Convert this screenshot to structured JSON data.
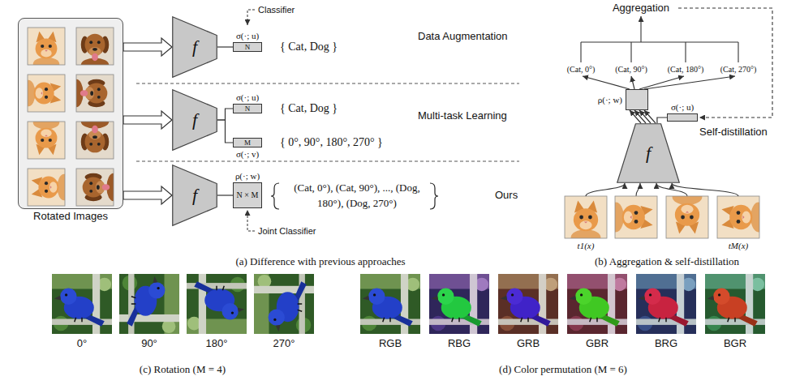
{
  "diagram": {
    "nodes": [
      {
        "text": [
          "Rotated Images"
        ]
      },
      {
        "text": [
          "f"
        ]
      },
      {
        "text": [
          "σ(·; u)",
          "N"
        ]
      },
      {
        "text": [
          "f"
        ]
      },
      {
        "text": [
          "σ(·; u)",
          "N"
        ]
      },
      {
        "text": [
          "σ(·; v)",
          "M"
        ]
      },
      {
        "text": [
          "f"
        ]
      },
      {
        "text": [
          "ρ(·; w)",
          "N × M"
        ]
      },
      {
        "text": [
          "ρ(·; w)"
        ]
      },
      {
        "text": [
          "σ(·; u)"
        ]
      },
      {
        "text": [
          "f"
        ]
      },
      {
        "text": [
          "t1(x)"
        ]
      },
      {
        "text": [
          "tM(x)"
        ]
      }
    ],
    "edges": [
      {
        "from": 0,
        "to": 1,
        "arrow": "to"
      },
      {
        "from": 0,
        "to": 3,
        "arrow": "to"
      },
      {
        "from": 0,
        "to": 6,
        "arrow": "to"
      },
      {
        "from": 1,
        "to": 2,
        "arrow": "none"
      },
      {
        "from": 3,
        "to": 4,
        "arrow": "none"
      },
      {
        "from": 3,
        "to": 5,
        "arrow": "none"
      },
      {
        "from": 6,
        "to": 7,
        "arrow": "none"
      },
      {
        "from": 10,
        "to": 8,
        "arrow": "to"
      },
      {
        "from": 10,
        "to": 9,
        "arrow": "none"
      },
      {
        "from": 11,
        "to": 10,
        "arrow": "to"
      },
      {
        "from": 12,
        "to": 10,
        "arrow": "to"
      }
    ],
    "labels": [
      "Classifier",
      "{ Cat, Dog }",
      "Data Augmentation",
      "{ Cat, Dog }",
      "Multi-task Learning",
      "{ 0°, 90°, 180°, 270° }",
      "(Cat, 0°), (Cat, 90°), ..., (Dog, 180°), (Dog, 270°)",
      "Ours",
      "Joint Classifier",
      "(a) Difference with previous approaches",
      "Aggregation",
      "(Cat, 0°)",
      "(Cat, 90°)",
      "(Cat, 180°)",
      "(Cat, 270°)",
      "Self-distillation",
      "(b) Aggregation & self-distillation",
      "0°",
      "90°",
      "180°",
      "270°",
      "(c) Rotation (M = 4)",
      "RGB",
      "RBG",
      "GRB",
      "GBR",
      "BRG",
      "BGR",
      "(d) Color permutation (M = 6)"
    ]
  }
}
